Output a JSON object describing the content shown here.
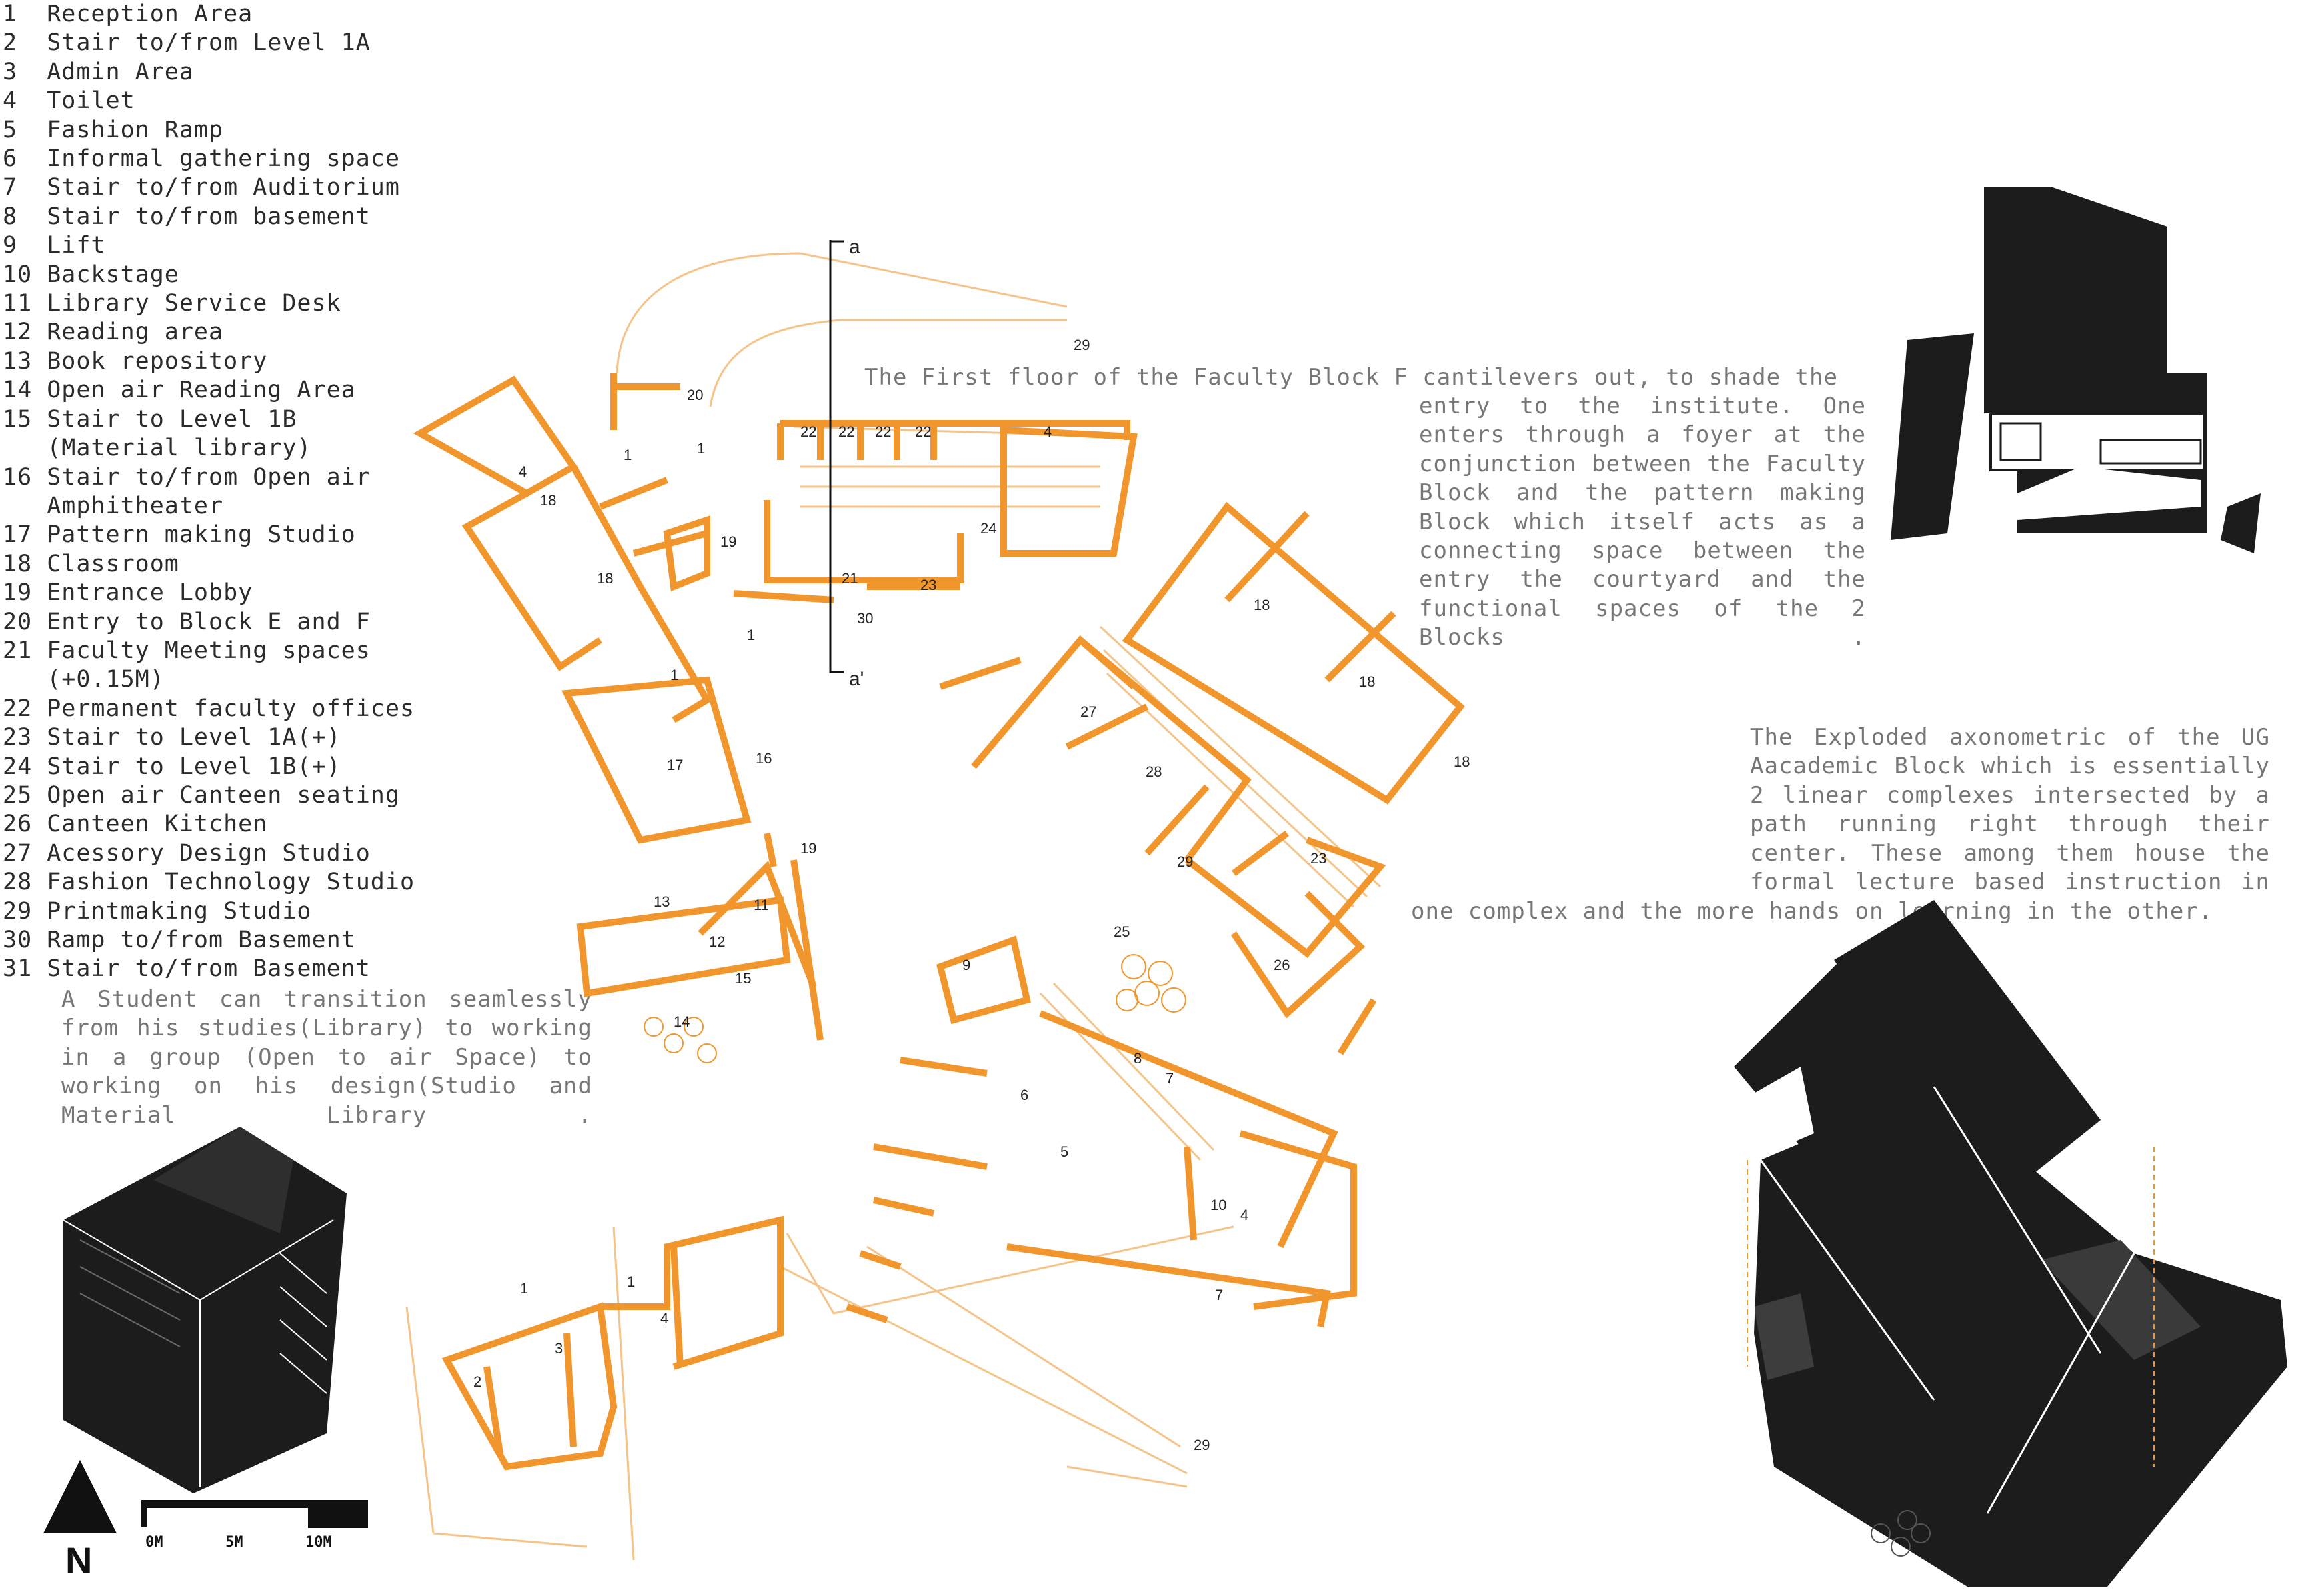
{
  "legend": {
    "items": [
      "1  Reception Area",
      "2  Stair to/from Level 1A",
      "3  Admin Area",
      "4  Toilet",
      "5  Fashion Ramp",
      "6  Informal gathering space",
      "7  Stair to/from Auditorium",
      "8  Stair to/from basement",
      "9  Lift",
      "10 Backstage",
      "11 Library Service Desk",
      "12 Reading area",
      "13 Book repository",
      "14 Open air Reading Area",
      "15 Stair to Level 1B",
      "   (Material library)",
      "16 Stair to/from Open air",
      "   Amphitheater",
      "17 Pattern making Studio",
      "18 Classroom",
      "19 Entrance Lobby",
      "20 Entry to Block E and F",
      "21 Faculty Meeting spaces",
      "   (+0.15M)",
      "22 Permanent faculty offices",
      "23 Stair to Level 1A(+)",
      "24 Stair to Level 1B(+)",
      "25 Open air Canteen seating",
      "26 Canteen Kitchen",
      "27 Acessory Design Studio",
      "28 Fashion Technology Studio",
      "29 Printmaking Studio",
      "30 Ramp to/from Basement",
      "31 Stair to/from Basement"
    ]
  },
  "paragraphs": {
    "faculty_block": [
      "The First floor of the Faculty Block  F cantilevers out, to shade the",
      "entry to the institute. One",
      "enters through a foyer at the",
      "conjunction between the Faculty",
      "Block and the pattern making",
      "Block which itself acts as a",
      "connecting space between the",
      "entry the courtyard and the",
      "functional spaces of the 2",
      "Blocks ."
    ],
    "exploded_axo": [
      "The Exploded axonometric of the UG",
      "Aacademic Block which is essentially",
      "2 linear complexes intersected by a",
      "path running right through their",
      "center. These among them house the",
      "formal lecture based instruction in",
      "one complex and the more hands on learning in the other."
    ],
    "student": [
      "A Student can transition seamlessly",
      "from his studies(Library) to working",
      "in a group (Open to air Space) to",
      "working on his design(Studio and",
      "Material Library ."
    ]
  },
  "section_markers": {
    "top": "a",
    "bottom": "a'"
  },
  "north": {
    "label": "N"
  },
  "scale": {
    "labels": [
      "0M",
      "5M",
      "10M"
    ]
  },
  "plan_labels": {
    "l1a": "1",
    "l1b": "1",
    "l1c": "1",
    "l1d": "1",
    "l1e": "1",
    "l1f": "1",
    "l2": "2",
    "l3": "3",
    "l4a": "4",
    "l4b": "4",
    "l4c": "4",
    "l4d": "4",
    "l5": "5",
    "l6": "6",
    "l7a": "7",
    "l7b": "7",
    "l8": "8",
    "l9": "9",
    "l10": "10",
    "l11": "11",
    "l12": "12",
    "l13": "13",
    "l14": "14",
    "l15": "15",
    "l16": "16",
    "l17": "17",
    "l18a": "18",
    "l18b": "18",
    "l18c": "18",
    "l18d": "18",
    "l18e": "18",
    "l19a": "19",
    "l19b": "19",
    "l20": "20",
    "l21": "21",
    "l22a": "22",
    "l22b": "22",
    "l22c": "22",
    "l22d": "22",
    "l23a": "23",
    "l23b": "23",
    "l24": "24",
    "l25": "25",
    "l26": "26",
    "l27": "27",
    "l28": "28",
    "l29a": "29",
    "l29b": "29",
    "l29c": "29",
    "l30": "30"
  },
  "colors": {
    "wall": "#f0962c",
    "ink": "#2b2b2b",
    "fill": "#1c1c1c",
    "thin": "#f4c48a",
    "text_grey": "#777777"
  }
}
